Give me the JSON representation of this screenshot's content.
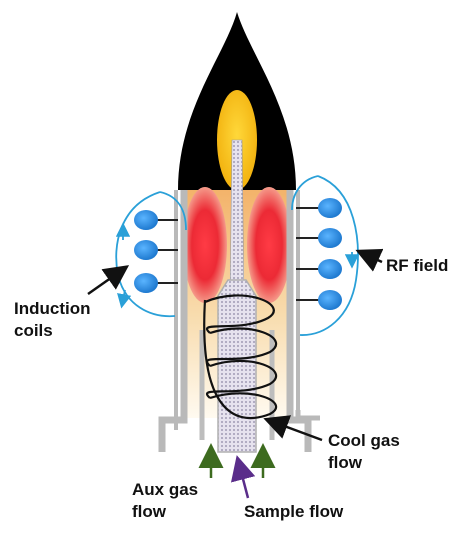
{
  "labels": {
    "rf_field": "RF field",
    "induction_coils": [
      "Induction",
      "coils"
    ],
    "cool_gas_flow": [
      "Cool gas",
      "flow"
    ],
    "aux_gas_flow": [
      "Aux gas",
      "flow"
    ],
    "sample_flow": "Sample flow"
  },
  "colors": {
    "flame_outer": "#000000",
    "flame_core": "#f7c21a",
    "plasma_hot": "#e8202a",
    "glow_warm": "#f5c98a",
    "torch_wall": "#b9b9b9",
    "coil_blue": "#2c8fe0",
    "field_line": "#2aa0d8",
    "gas_arrow": "#3d6b1f",
    "sample_arrow": "#5a2d8a"
  }
}
